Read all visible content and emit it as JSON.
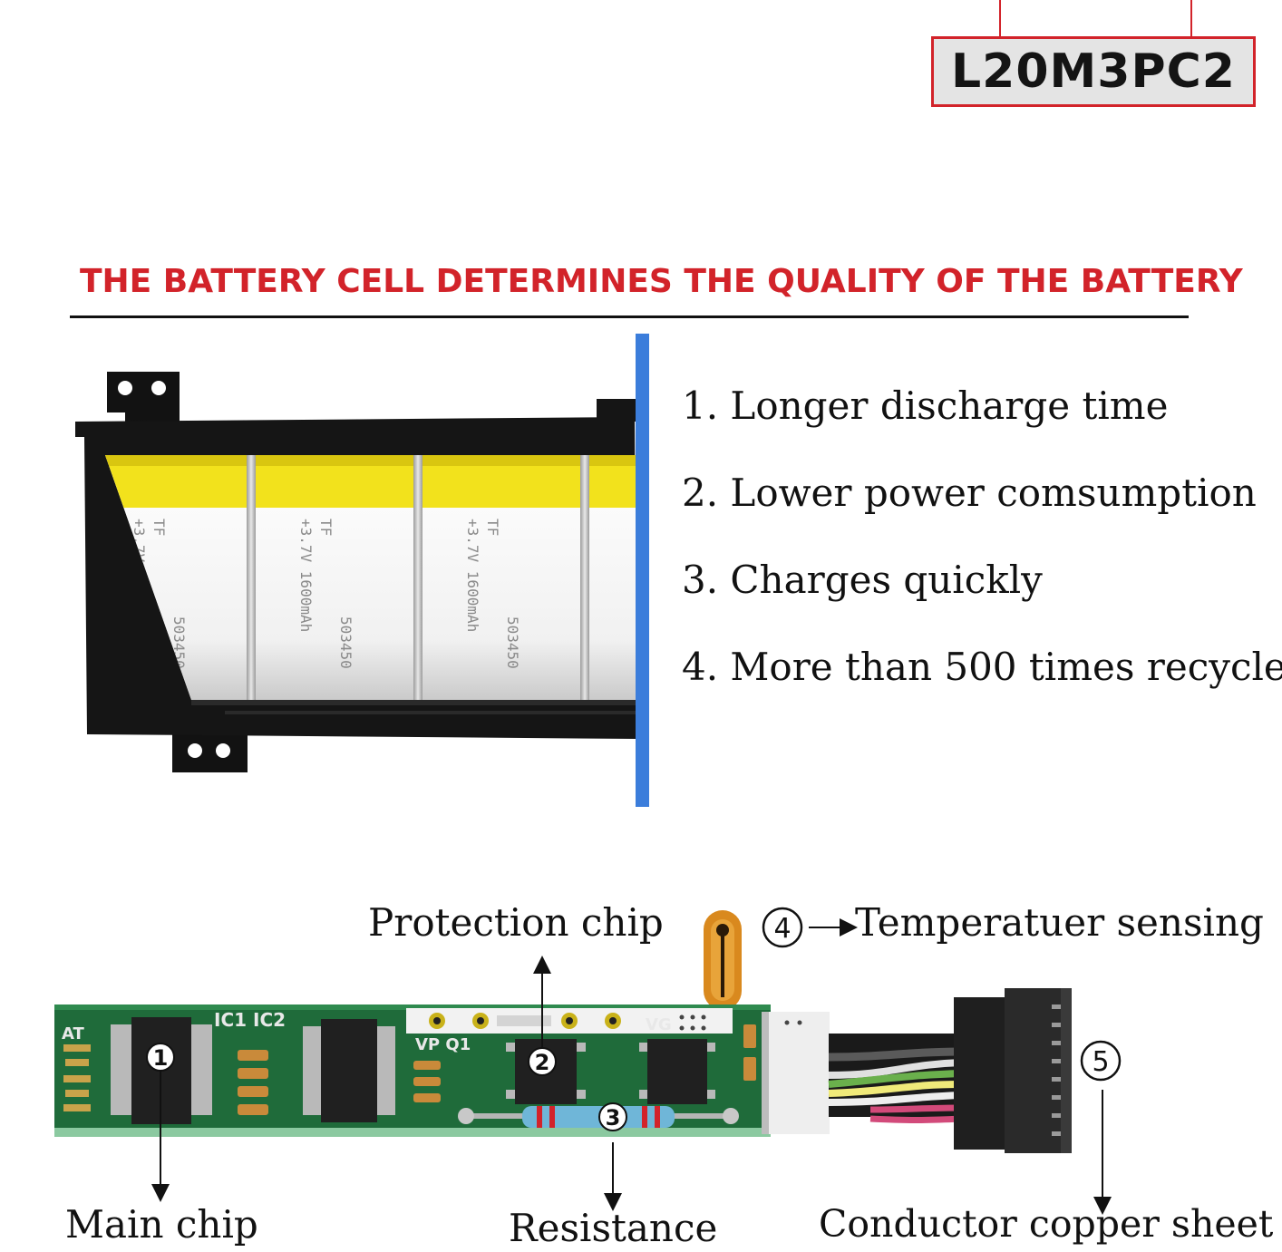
{
  "model": {
    "label": "L20M3PC2"
  },
  "heading": "THE BATTERY CELL DETERMINES THE QUALITY OF THE BATTERY",
  "features": [
    "1. Longer discharge time",
    "2. Lower power comsumption",
    "3. Charges quickly",
    "4. More than 500 times recycle"
  ],
  "cells": {
    "print_line_1": "TF",
    "print_line_2": "+3.7V 1600mAh",
    "print_line_3": "503450"
  },
  "board": {
    "silkscreen_a": "AT",
    "silkscreen_ic": "IC1  IC2",
    "silkscreen_vp": "VP  Q1",
    "silkscreen_vg": "VG"
  },
  "callouts": {
    "protection_chip": "Protection chip",
    "temperature_sensing": "Temperatuer sensing",
    "main_chip": "Main chip",
    "resistance": "Resistance",
    "conductor": "Conductor copper sheet"
  },
  "markers": [
    "1",
    "2",
    "3",
    "4",
    "5"
  ],
  "colors": {
    "accent_red": "#d2232a",
    "blue_bar": "#3b7ddb",
    "pcb_green": "#1f6b3a",
    "cell_yellow": "#f2e21c"
  }
}
